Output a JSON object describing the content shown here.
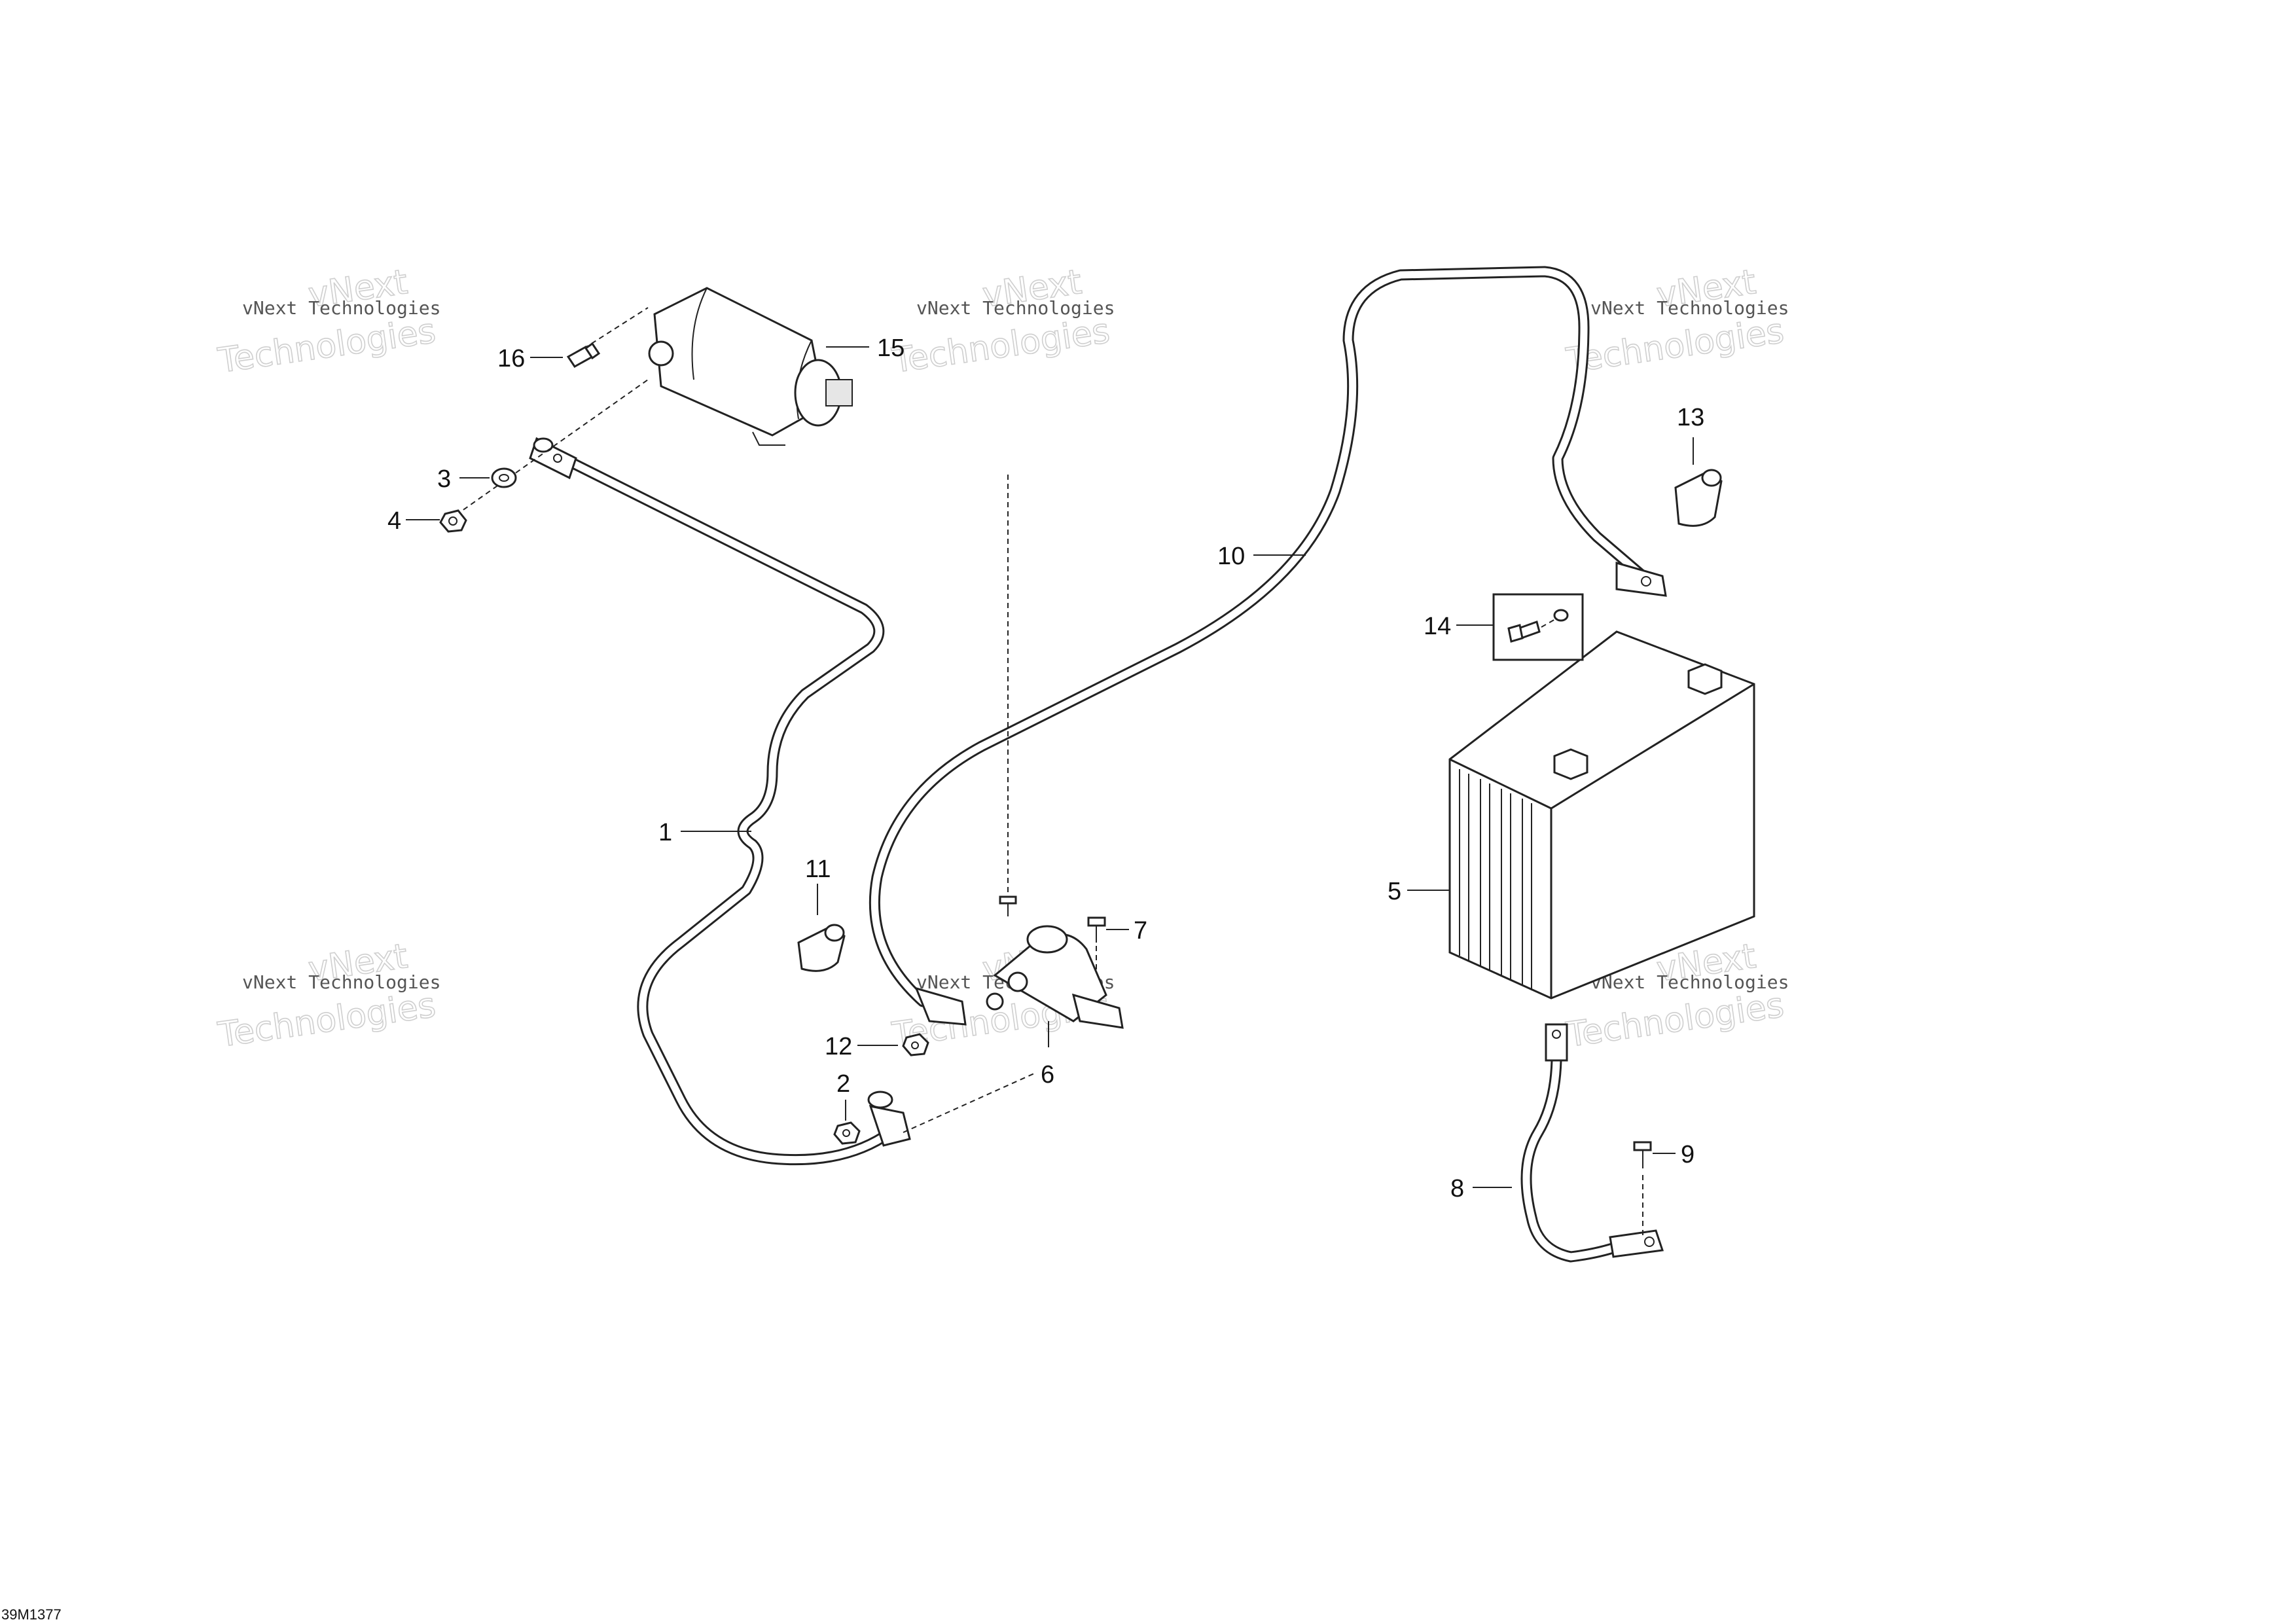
{
  "diagram": {
    "code": "39M1377",
    "watermark": {
      "line1": "vNext Technologies",
      "line2": "Technologies",
      "arc": "vNext"
    },
    "callouts": [
      {
        "id": "1",
        "label": "1"
      },
      {
        "id": "2",
        "label": "2"
      },
      {
        "id": "3",
        "label": "3"
      },
      {
        "id": "4",
        "label": "4"
      },
      {
        "id": "5",
        "label": "5"
      },
      {
        "id": "6",
        "label": "6"
      },
      {
        "id": "7",
        "label": "7"
      },
      {
        "id": "8",
        "label": "8"
      },
      {
        "id": "9",
        "label": "9"
      },
      {
        "id": "10",
        "label": "10"
      },
      {
        "id": "11",
        "label": "11"
      },
      {
        "id": "12",
        "label": "12"
      },
      {
        "id": "13",
        "label": "13"
      },
      {
        "id": "14",
        "label": "14"
      },
      {
        "id": "15",
        "label": "15"
      },
      {
        "id": "16",
        "label": "16"
      }
    ]
  }
}
